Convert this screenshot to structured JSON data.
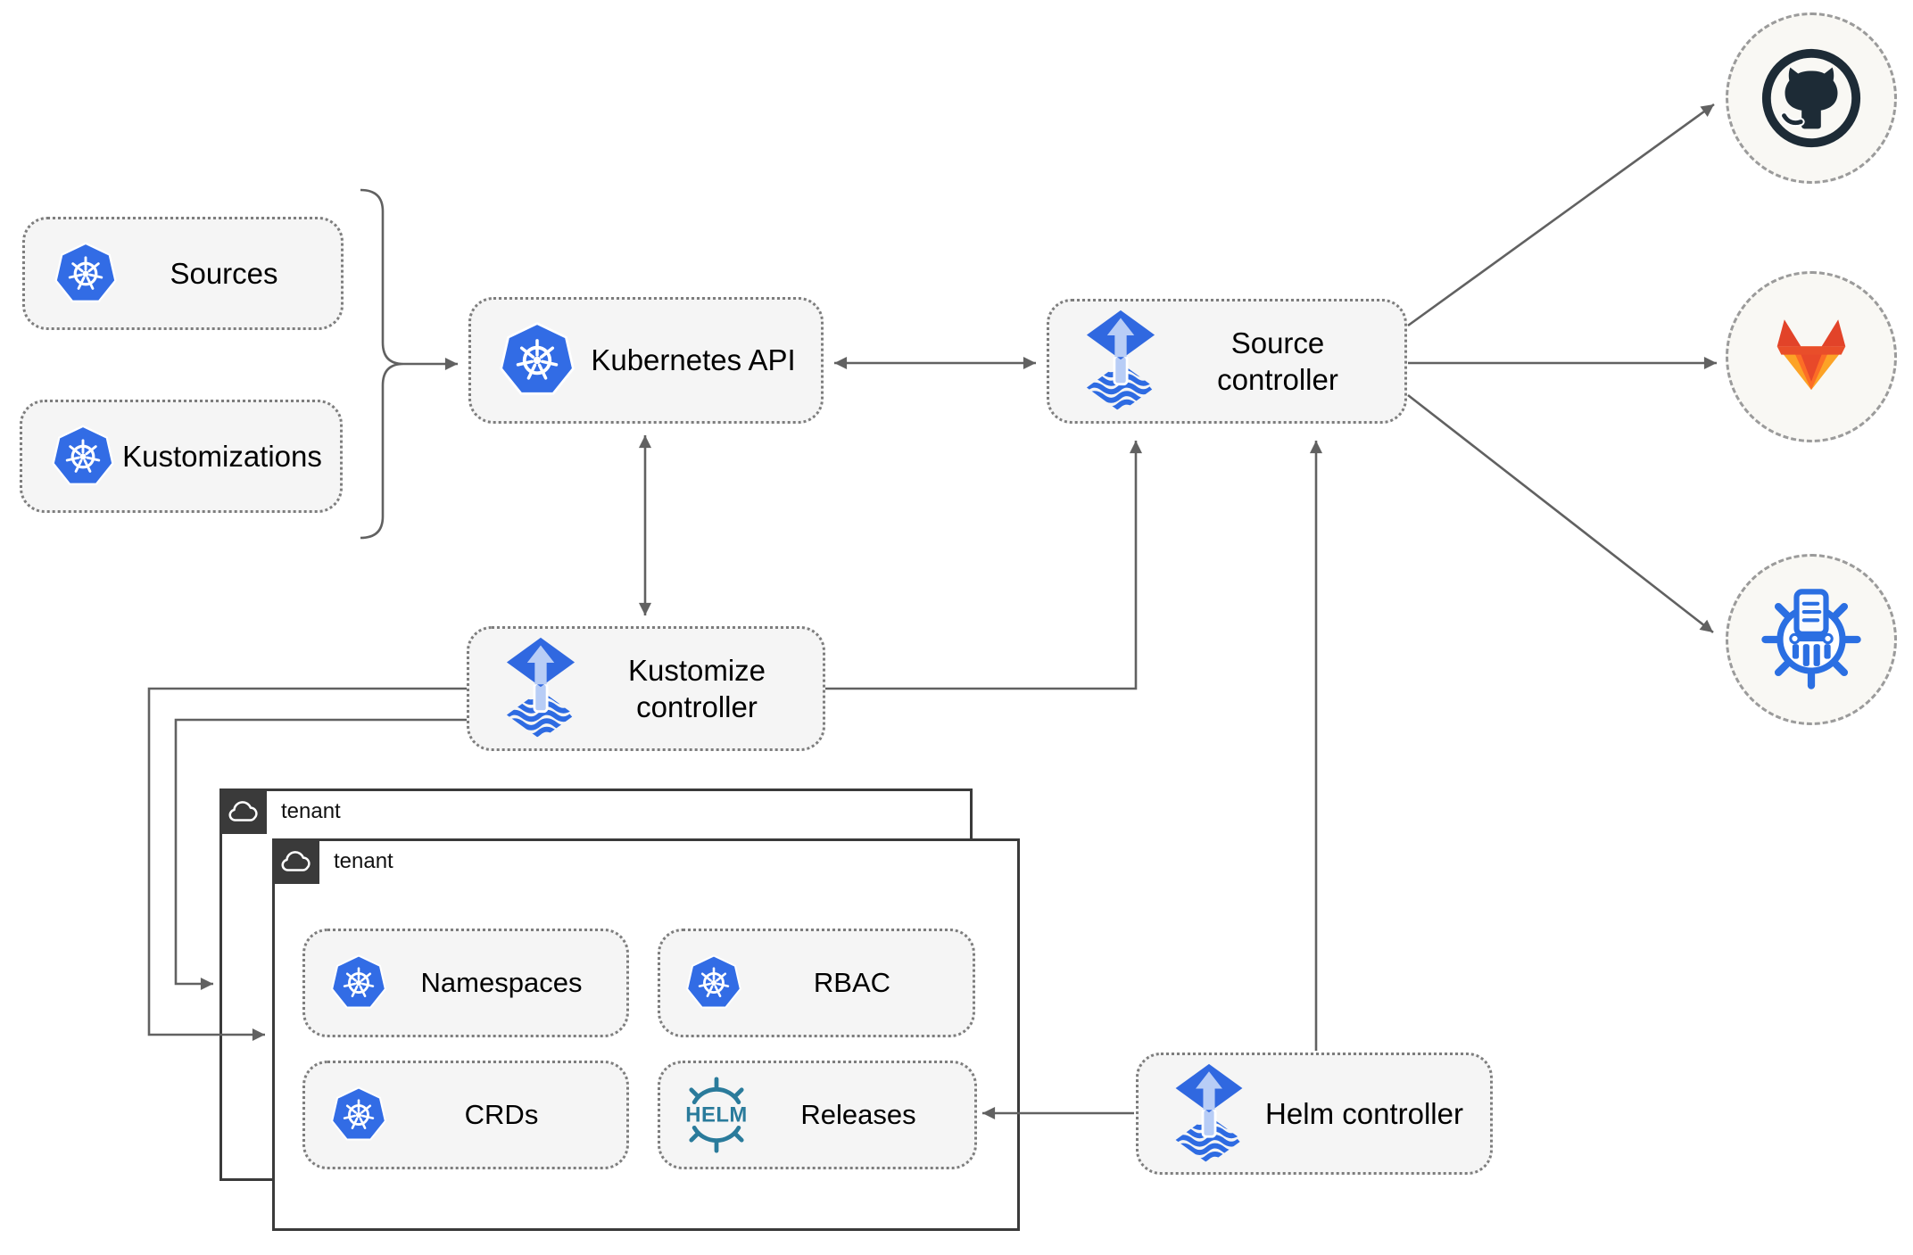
{
  "nodes": {
    "sources": {
      "label": "Sources"
    },
    "kustomizations": {
      "label": "Kustomizations"
    },
    "kubernetes_api": {
      "label": "Kubernetes API"
    },
    "source_controller": {
      "label": "Source controller"
    },
    "kustomize_controller": {
      "label": "Kustomize controller"
    },
    "helm_controller": {
      "label": "Helm controller"
    },
    "namespaces": {
      "label": "Namespaces"
    },
    "rbac": {
      "label": "RBAC"
    },
    "crds": {
      "label": "CRDs"
    },
    "releases": {
      "label": "Releases"
    }
  },
  "tenants": {
    "back": {
      "label": "tenant"
    },
    "front": {
      "label": "tenant"
    }
  },
  "endpoints": {
    "github": {
      "icon": "github-icon"
    },
    "gitlab": {
      "icon": "gitlab-icon"
    },
    "chartmuseum": {
      "icon": "chartmuseum-icon"
    }
  },
  "icons": {
    "helm_logo_text": "HELM",
    "kubernetes": "kubernetes-wheel",
    "flux": "flux-diamond-arrow",
    "cloud": "cloud-outline"
  },
  "colors": {
    "kubernetes_blue": "#326ce5",
    "flux_blue": "#3068e0",
    "flux_light": "#b8cdf6",
    "helm_teal": "#2a7b9b",
    "github_dark": "#1d2b36",
    "gitlab_red": "#e24329",
    "gitlab_orange": "#fc6d26",
    "gitlab_amber": "#fca326",
    "chartmuseum_blue": "#2b6fe2",
    "edge_gray": "#616161",
    "node_fill": "#f5f5f5",
    "tenant_border": "#3a3a3a"
  }
}
